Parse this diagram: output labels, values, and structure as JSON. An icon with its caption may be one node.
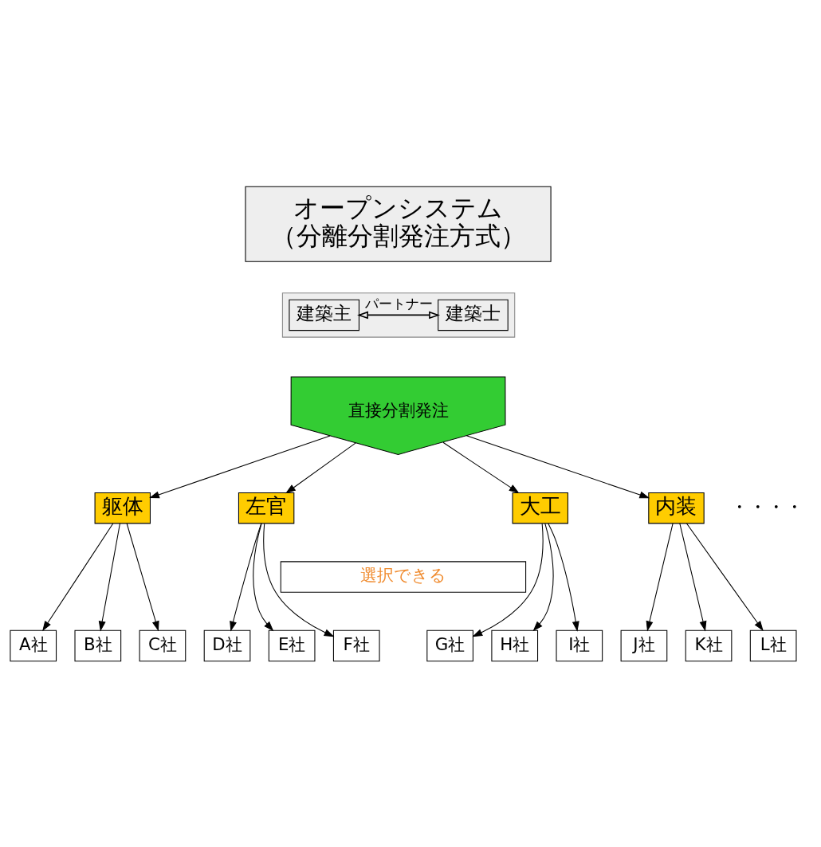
{
  "diagram": {
    "nodes": [
      {
        "text": [
          "オープンシステム",
          "（分離分割発注方式）"
        ]
      },
      {
        "text": [],
        "shape": "box"
      },
      {
        "text": [
          "建築主"
        ],
        "in": 1
      },
      {
        "text": [
          "建築士"
        ],
        "in": 1
      },
      {
        "text": [
          "直接分割発注"
        ]
      },
      {
        "text": [
          "躯体"
        ]
      },
      {
        "text": [
          "左官"
        ]
      },
      {
        "text": [
          "大工"
        ]
      },
      {
        "text": [
          "内装"
        ]
      },
      {
        "text": [
          "選択できる"
        ]
      },
      {
        "text": [
          "A社"
        ]
      },
      {
        "text": [
          "B社"
        ]
      },
      {
        "text": [
          "C社"
        ]
      },
      {
        "text": [
          "D社"
        ]
      },
      {
        "text": [
          "E社"
        ]
      },
      {
        "text": [
          "F社"
        ]
      },
      {
        "text": [
          "G社"
        ]
      },
      {
        "text": [
          "H社"
        ]
      },
      {
        "text": [
          "I社"
        ]
      },
      {
        "text": [
          "J社"
        ]
      },
      {
        "text": [
          "K社"
        ]
      },
      {
        "text": [
          "L社"
        ]
      }
    ],
    "edges": [
      {
        "from": 2,
        "to": 3,
        "arrow": "both",
        "label": "パートナー"
      },
      {
        "from": 4,
        "to": 5,
        "arrow": "to"
      },
      {
        "from": 4,
        "to": 6,
        "arrow": "to"
      },
      {
        "from": 4,
        "to": 7,
        "arrow": "to"
      },
      {
        "from": 4,
        "to": 8,
        "arrow": "to"
      },
      {
        "from": 5,
        "to": 10,
        "arrow": "to"
      },
      {
        "from": 5,
        "to": 11,
        "arrow": "to"
      },
      {
        "from": 5,
        "to": 12,
        "arrow": "to"
      },
      {
        "from": 6,
        "to": 13,
        "arrow": "to"
      },
      {
        "from": 6,
        "to": 14,
        "arrow": "to"
      },
      {
        "from": 6,
        "to": 15,
        "arrow": "to"
      },
      {
        "from": 7,
        "to": 16,
        "arrow": "to"
      },
      {
        "from": 7,
        "to": 17,
        "arrow": "to"
      },
      {
        "from": 7,
        "to": 18,
        "arrow": "to"
      },
      {
        "from": 8,
        "to": 19,
        "arrow": "to"
      },
      {
        "from": 8,
        "to": 20,
        "arrow": "to"
      },
      {
        "from": 8,
        "to": 21,
        "arrow": "to"
      }
    ],
    "labels": [
      "・・・・"
    ]
  }
}
